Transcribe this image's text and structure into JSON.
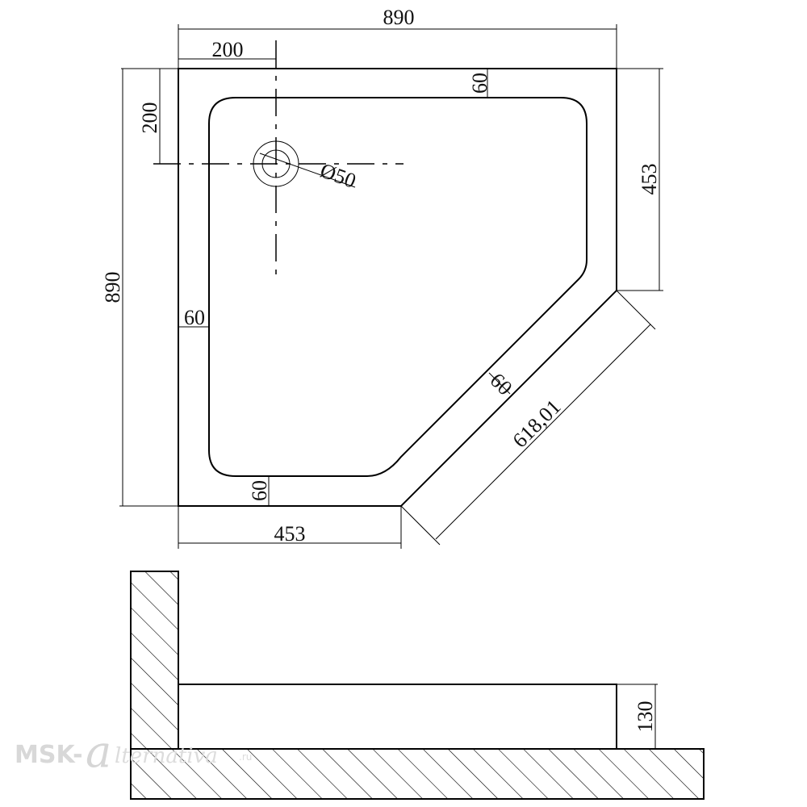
{
  "plan": {
    "width_top": "890",
    "height_left": "890",
    "drain_offset_x": "200",
    "drain_offset_y": "200",
    "drain_diameter": "Ø50",
    "rim_top": "60",
    "rim_left": "60",
    "rim_bottom": "60",
    "rim_diagonal": "60",
    "side_right": "453",
    "side_bottom": "453",
    "diagonal_length": "618,01"
  },
  "section": {
    "height": "130"
  },
  "watermark": {
    "brand": "MSK-",
    "script": "lternativa",
    "suffix": ".ru"
  }
}
